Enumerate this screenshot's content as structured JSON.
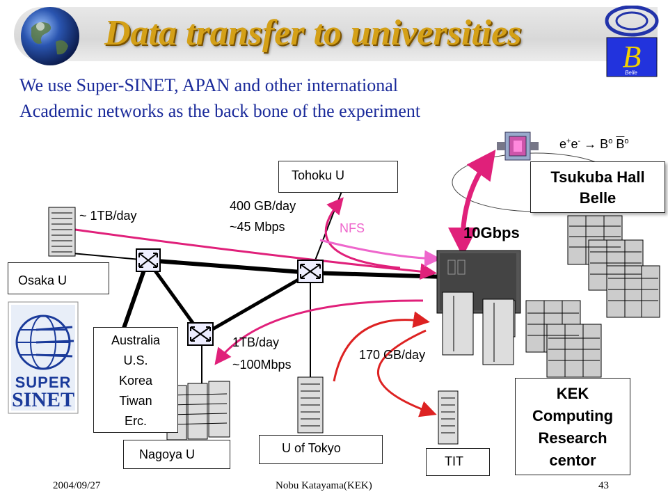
{
  "slide": {
    "title": "Data transfer to universities",
    "subtitle_line1": "We use Super-SINET, APAN and other international",
    "subtitle_line2": "Academic networks as the back bone of the experiment"
  },
  "sites": {
    "tohoku": "Tohoku U",
    "osaka": "Osaka U",
    "nagoya": "Nagoya U",
    "tokyo": "U of Tokyo",
    "tit": "TIT",
    "intl": [
      "Australia",
      "U.S.",
      "Korea",
      "Tiwan",
      "Erc."
    ],
    "tsukuba": [
      "Tsukuba Hall",
      "Belle"
    ],
    "kek": [
      "KEK",
      "Computing",
      "Research",
      "centor"
    ]
  },
  "rates": {
    "osaka": "~ 1TB/day",
    "tohoku_1": "400 GB/day",
    "tohoku_2": "~45 Mbps",
    "nfs": "NFS",
    "tsukuba_link": "10Gbps",
    "tokyo_1": "1TB/day",
    "tokyo_2": "~100Mbps",
    "tit": "170 GB/day"
  },
  "physics": {
    "e": "e",
    "plus": "+",
    "minus": "-",
    "arrow": "→",
    "b": "B",
    "zero": "o"
  },
  "logos": {
    "supersinet_1": "SUPER",
    "supersinet_2": "SINET",
    "belle": "Belle"
  },
  "footer": {
    "date": "2004/09/27",
    "author": "Nobu Katayama(KEK)",
    "page": "43"
  },
  "colors": {
    "title": "#d4a017",
    "subtitle": "#1a2a9a",
    "data_arrow": "#e0207a",
    "nfs_arrow": "#ee66cc",
    "tit_arrow": "#dd2222"
  }
}
